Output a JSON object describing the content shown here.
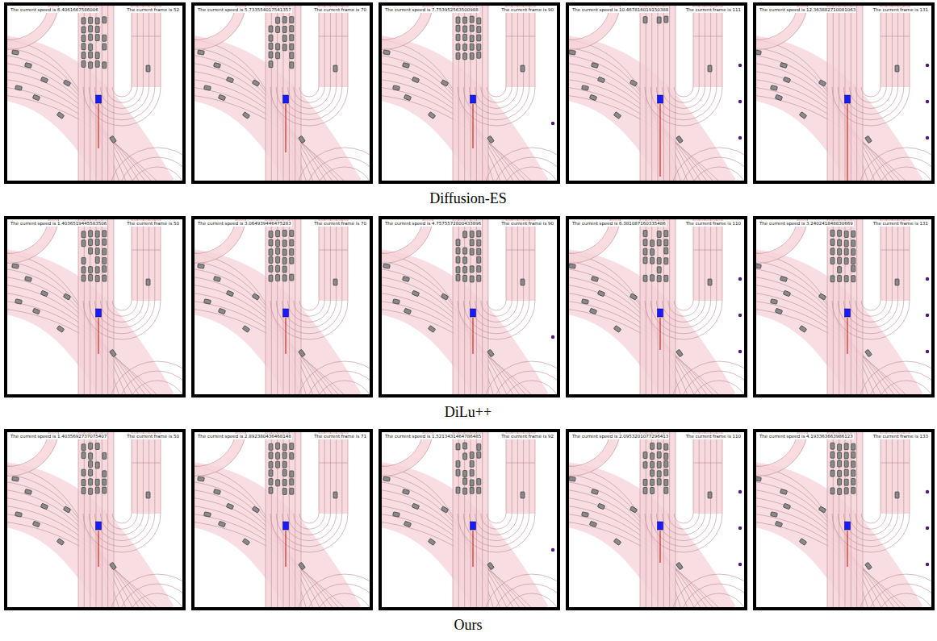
{
  "diagram": {
    "nodes": [
      {
        "text": [
          "The current speed is 6.4061667586006",
          "The current frame is 52"
        ]
      },
      {
        "text": [
          "The current speed is 5.733554017541357",
          "The current frame is 70"
        ]
      },
      {
        "text": [
          "The current speed is 7.753952563500988",
          "The current frame is 90"
        ]
      },
      {
        "text": [
          "The current speed is 10.467816019150388",
          "The current frame is 111"
        ]
      },
      {
        "text": [
          "The current speed is 12.363882710081063",
          "The current frame is 131"
        ]
      },
      {
        "text": [
          "The current speed is 1.4036519445583506",
          "The current frame is 50"
        ]
      },
      {
        "text": [
          "The current speed is 3.064939446475283",
          "The current frame is 70"
        ]
      },
      {
        "text": [
          "The current speed is 4.7575572800433896",
          "The current frame is 90"
        ]
      },
      {
        "text": [
          "The current speed is 6.381087160335486",
          "The current frame is 110"
        ]
      },
      {
        "text": [
          "The current speed is 3.240241848830669",
          "The current frame is 131"
        ]
      },
      {
        "text": [
          "The current speed is 1.4035692737075407",
          "The current frame is 50"
        ]
      },
      {
        "text": [
          "The current speed is 2.892380436468148",
          "The current frame is 71"
        ]
      },
      {
        "text": [
          "The current speed is 1.5213431464786485",
          "The current frame is 92"
        ]
      },
      {
        "text": [
          "The current speed is 2.0953201077296413",
          "The current frame is 110"
        ]
      },
      {
        "text": [
          "The current speed is 4.193363663986123",
          "The current frame is 133"
        ]
      }
    ],
    "labels": [
      "Diffusion-ES",
      "DiLu++",
      "Ours"
    ]
  }
}
